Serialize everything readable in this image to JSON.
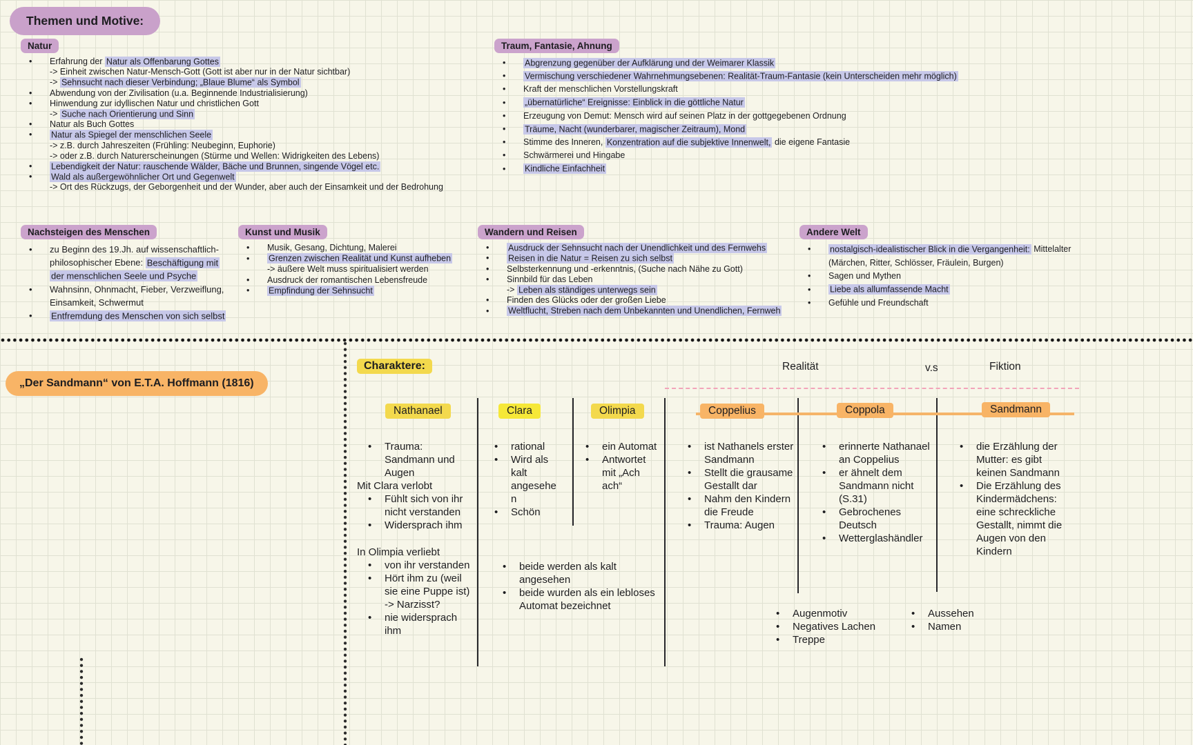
{
  "title_bubble": "Themen und Motive:",
  "sections": {
    "natur": {
      "title": "Natur",
      "items": [
        {
          "type": "bullet",
          "parts": [
            {
              "t": "Erfahrung der "
            },
            {
              "t": "Natur als Offenbarung Gottes",
              "hl": true
            }
          ]
        },
        {
          "type": "sub",
          "t": "-> Einheit zwischen Natur-Mensch-Gott (Gott ist aber nur in der Natur sichtbar)"
        },
        {
          "type": "sub",
          "parts": [
            {
              "t": "-> "
            },
            {
              "t": "Sehnsucht nach dieser Verbindung; „Blaue Blume“ als Symbol",
              "hl": true
            }
          ]
        },
        {
          "type": "bullet",
          "t": "Abwendung von der Zivilisation (u.a. Beginnende Industrialisierung)"
        },
        {
          "type": "bullet",
          "t": "Hinwendung zur idyllischen Natur und christlichen Gott"
        },
        {
          "type": "sub",
          "parts": [
            {
              "t": "-> "
            },
            {
              "t": "Suche nach Orientierung und Sinn",
              "hl": true
            }
          ]
        },
        {
          "type": "bullet",
          "t": "Natur als Buch Gottes"
        },
        {
          "type": "bullet",
          "t": "Natur als Spiegel der menschlichen Seele",
          "hl": true
        },
        {
          "type": "sub",
          "t": "-> z.B. durch Jahreszeiten (Frühling: Neubeginn, Euphorie)"
        },
        {
          "type": "sub",
          "t": "-> oder z.B. durch Naturerscheinungen (Stürme und Wellen: Widrigkeiten des Lebens)"
        },
        {
          "type": "bullet",
          "t": "Lebendigkeit der Natur: rauschende Wälder, Bäche und Brunnen, singende Vögel etc.",
          "hl": true
        },
        {
          "type": "bullet",
          "t": "Wald als außergewöhnlicher Ort und Gegenwelt",
          "hl": true
        },
        {
          "type": "sub",
          "t": "-> Ort des Rückzugs, der Geborgenheit und der Wunder, aber auch der Einsamkeit und der Bedrohung"
        }
      ]
    },
    "traum": {
      "title": "Traum, Fantasie, Ahnung",
      "items": [
        {
          "type": "bullet",
          "t": "Abgrenzung gegenüber der Aufklärung und der Weimarer Klassik",
          "hl": true
        },
        {
          "type": "bullet",
          "t": "Vermischung verschiedener Wahrnehmungsebenen: Realität-Traum-Fantasie (kein Unterscheiden mehr möglich)",
          "hl": true
        },
        {
          "type": "bullet",
          "t": "Kraft der menschlichen Vorstellungskraft"
        },
        {
          "type": "bullet",
          "t": "„übernatürliche“ Ereignisse: Einblick in die göttliche Natur",
          "hl": true
        },
        {
          "type": "bullet",
          "t": "Erzeugung von Demut: Mensch wird auf seinen Platz in der gottgegebenen Ordnung"
        },
        {
          "type": "bullet",
          "t": "Träume, Nacht (wunderbarer, magischer Zeitraum), Mond",
          "hl": true
        },
        {
          "type": "bullet",
          "parts": [
            {
              "t": "Stimme des Inneren, "
            },
            {
              "t": "Konzentration auf die subjektive Innenwelt,",
              "hl": true
            },
            {
              "t": " die eigene Fantasie"
            }
          ]
        },
        {
          "type": "bullet",
          "t": "Schwärmerei und Hingabe"
        },
        {
          "type": "bullet",
          "t": "Kindliche Einfachheit",
          "hl": true
        }
      ]
    },
    "nachsteigen": {
      "title": "Nachsteigen des Menschen",
      "items": [
        {
          "type": "bullet",
          "parts": [
            {
              "t": "zu Beginn des 19.Jh. auf wissenschaftlich-philosophischer Ebene: "
            },
            {
              "t": "Beschäftigung mit der menschlichen Seele und Psyche",
              "hl": true
            }
          ]
        },
        {
          "type": "bullet",
          "t": "Wahnsinn, Ohnmacht, Fieber, Verzweiflung, Einsamkeit, Schwermut"
        },
        {
          "type": "bullet",
          "t": "Entfremdung des Menschen von sich selbst",
          "hl": true
        }
      ]
    },
    "kunst": {
      "title": "Kunst und Musik",
      "items": [
        {
          "type": "bullet",
          "t": "Musik, Gesang, Dichtung, Malerei"
        },
        {
          "type": "bullet",
          "t": "Grenzen zwischen Realität und Kunst aufheben",
          "hl": true
        },
        {
          "type": "sub",
          "t": "-> äußere Welt muss spiritualisiert werden"
        },
        {
          "type": "bullet",
          "t": "Ausdruck der romantischen Lebensfreude"
        },
        {
          "type": "bullet",
          "t": "Empfindung der Sehnsucht",
          "hl": true
        }
      ]
    },
    "wandern": {
      "title": "Wandern und Reisen",
      "items": [
        {
          "type": "bullet",
          "t": "Ausdruck der Sehnsucht nach der Unendlichkeit und des Fernwehs",
          "hl": true
        },
        {
          "type": "bullet",
          "t": "Reisen in die Natur = Reisen zu sich selbst",
          "hl": true
        },
        {
          "type": "bullet",
          "t": "Selbsterkennung und -erkenntnis, (Suche nach Nähe zu Gott)"
        },
        {
          "type": "bullet",
          "t": "Sinnbild für das Leben"
        },
        {
          "type": "sub",
          "parts": [
            {
              "t": "-> "
            },
            {
              "t": "Leben als ständiges unterwegs sein",
              "hl": true
            }
          ]
        },
        {
          "type": "bullet",
          "t": "Finden des Glücks oder der großen Liebe"
        },
        {
          "type": "bullet",
          "t": "Weltflucht, Streben nach dem Unbekannten und Unendlichen, Fernweh",
          "hl": true
        }
      ]
    },
    "andere": {
      "title": "Andere Welt",
      "items": [
        {
          "type": "bullet",
          "parts": [
            {
              "t": "nostalgisch-idealistischer Blick in die Vergangenheit:",
              "hl": true
            },
            {
              "t": " Mittelalter (Märchen, Ritter, Schlösser, Fräulein, Burgen)"
            }
          ]
        },
        {
          "type": "bullet",
          "t": "Sagen und Mythen"
        },
        {
          "type": "bullet",
          "t": "Liebe als allumfassende Macht",
          "hl": true
        },
        {
          "type": "bullet",
          "t": "Gefühle und Freundschaft"
        }
      ]
    }
  },
  "bottom": {
    "book_title": "„Der Sandmann“ von E.T.A. Hoffmann (1816)",
    "charaktere_label": "Charaktere:",
    "realitaet_label": "Realität",
    "vs_label": "v.s",
    "fiktion_label": "Fiktion",
    "characters": {
      "nathanael": {
        "name": "Nathanael",
        "items": [
          {
            "type": "bullet",
            "t": "Trauma:\nSandmann und\nAugen"
          },
          {
            "type": "plain",
            "t": "Mit Clara verlobt"
          },
          {
            "type": "bullet",
            "t": "Fühlt sich von ihr\nnicht verstanden"
          },
          {
            "type": "bullet",
            "t": "Widersprach ihm"
          },
          {
            "type": "gap"
          },
          {
            "type": "plain",
            "t": "In Olimpia verliebt"
          },
          {
            "type": "bullet",
            "t": "von ihr verstanden"
          },
          {
            "type": "bullet",
            "t": "Hört ihm zu (weil\nsie eine Puppe ist)\n-> Narzisst?"
          },
          {
            "type": "bullet",
            "t": "nie widersprach\nihm"
          }
        ]
      },
      "clara": {
        "name": "Clara",
        "items": [
          {
            "type": "bullet",
            "t": "rational"
          },
          {
            "type": "bullet",
            "t": "Wird als\nkalt\nangesehe\nn"
          },
          {
            "type": "bullet",
            "t": "Schön"
          }
        ]
      },
      "olimpia": {
        "name": "Olimpia",
        "items": [
          {
            "type": "bullet",
            "t": "ein Automat"
          },
          {
            "type": "bullet",
            "t": "Antwortet\nmit „Ach\nach“"
          }
        ]
      },
      "coppelius": {
        "name": "Coppelius",
        "items": [
          {
            "type": "bullet",
            "t": "ist Nathanels erster\nSandmann"
          },
          {
            "type": "bullet",
            "t": "Stellt die grausame\nGestallt dar"
          },
          {
            "type": "bullet",
            "t": "Nahm den Kindern\ndie Freude"
          },
          {
            "type": "bullet",
            "t": "Trauma: Augen"
          }
        ]
      },
      "coppola": {
        "name": "Coppola",
        "items": [
          {
            "type": "bullet",
            "t": "erinnerte Nathanael\nan Coppelius"
          },
          {
            "type": "bullet",
            "t": "er ähnelt dem\nSandmann nicht\n(S.31)"
          },
          {
            "type": "bullet",
            "t": "Gebrochenes\nDeutsch"
          },
          {
            "type": "bullet",
            "t": "Wetterglashändler"
          }
        ]
      },
      "sandmann": {
        "name": "Sandmann",
        "items": [
          {
            "type": "bullet",
            "t": "die Erzählung der\nMutter: es gibt\nkeinen Sandmann"
          },
          {
            "type": "bullet",
            "t": "Die Erzählung des\nKindermädchens:\neine schreckliche\nGestallt, nimmt die\nAugen von den\nKindern"
          }
        ]
      }
    },
    "shared_clara_olimpia": [
      {
        "type": "bullet",
        "t": "beide werden als kalt\nangesehen"
      },
      {
        "type": "bullet",
        "t": "beide wurden als ein lebloses\nAutomat bezeichnet"
      }
    ],
    "shared_motifs_left": [
      {
        "type": "bullet",
        "t": "Augenmotiv"
      },
      {
        "type": "bullet",
        "t": "Negatives Lachen"
      },
      {
        "type": "bullet",
        "t": "Treppe"
      }
    ],
    "shared_motifs_right": [
      {
        "type": "bullet",
        "t": "Aussehen"
      },
      {
        "type": "bullet",
        "t": "Namen"
      }
    ]
  },
  "colors": {
    "paper": "#f7f6e9",
    "grid_line": "#e0e1d2",
    "purple_highlight": "#cba3cc",
    "lavender_highlight": "#c7c8e9",
    "yellow_highlight": "#f3d94d",
    "bright_yellow_highlight": "#f6e838",
    "orange_highlight": "#f8b466",
    "pink_dashed_line": "#f2a4ba",
    "ink": "#1d1d20"
  }
}
